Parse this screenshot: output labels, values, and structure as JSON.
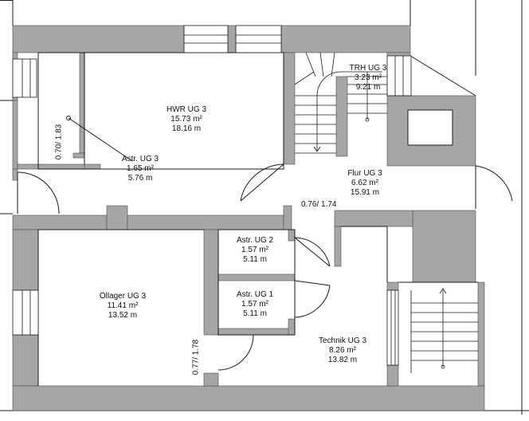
{
  "colors": {
    "wall": "#a6a6a6",
    "line": "#1a1a1a",
    "background": "#ffffff"
  },
  "rooms": {
    "hwr": {
      "name": "HWR UG 3",
      "area": "15.73 m²",
      "perimeter": "18.16 m"
    },
    "astr3": {
      "name": "Astr. UG 3",
      "area": "1.65 m²",
      "perimeter": "5.76 m"
    },
    "trh": {
      "name": "TRH UG 3",
      "area": "3.23 m²",
      "perimeter": "9.21 m"
    },
    "flur": {
      "name": "Flur UG 3",
      "area": "6.62 m²",
      "perimeter": "15.91 m"
    },
    "astr2": {
      "name": "Astr. UG 2",
      "area": "1.57 m²",
      "perimeter": "5.11 m"
    },
    "astr1": {
      "name": "Astr. UG 1",
      "area": "1.57 m²",
      "perimeter": "5.11 m"
    },
    "oellager": {
      "name": "Öllager UG 3",
      "area": "11.41 m²",
      "perimeter": "13.52 m"
    },
    "technik": {
      "name": "Technik UG 3",
      "area": "8.26 m²",
      "perimeter": "13.82 m"
    }
  },
  "dimensions": {
    "door_astr3": "0.70/ 1.83",
    "door_flur": "0.76/ 1.74",
    "door_oellager": "0.77/ 1.78"
  }
}
